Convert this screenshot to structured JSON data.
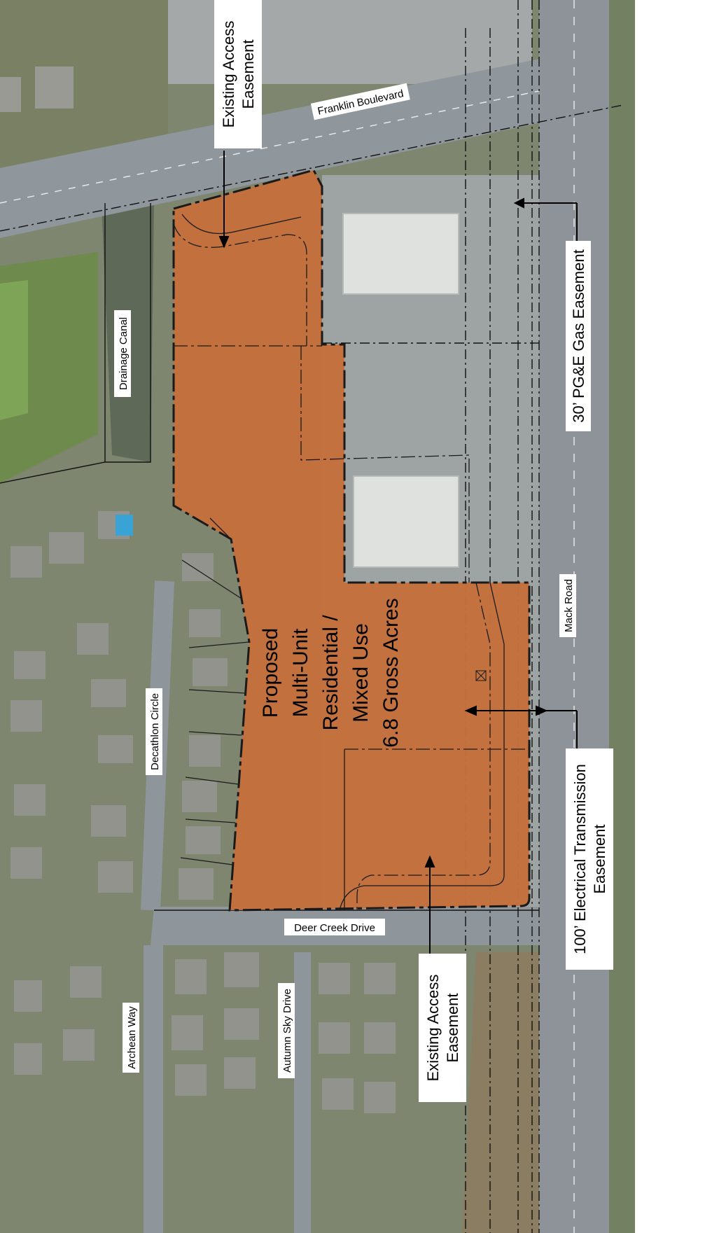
{
  "streets": {
    "franklin": "Franklin Boulevard",
    "drainage": "Drainage Canal",
    "mack": "Mack Road",
    "decathlon": "Decathlon Circle",
    "deer_creek": "Deer Creek Drive",
    "archean": "Archean Way",
    "autumn_sky": "Autumn Sky Drive"
  },
  "callouts": {
    "access_top": [
      "Existing Access",
      "Easement"
    ],
    "gas": "30’ PG&E Gas Easement",
    "electric": [
      "100’ Electrical Transmission",
      "Easement"
    ],
    "access_bottom": [
      "Existing Access",
      "Easement"
    ]
  },
  "parcel": {
    "lines": [
      "Proposed",
      "Multi-Unit",
      "Residential /",
      "Mixed Use",
      "6.8 Gross Acres"
    ]
  },
  "colors": {
    "parcel_fill": "#c4703c",
    "aerial_green": "#6f7d5a",
    "aerial_roof": "#8c8c88",
    "road": "#8e9498",
    "parking": "#9ea2a3"
  }
}
